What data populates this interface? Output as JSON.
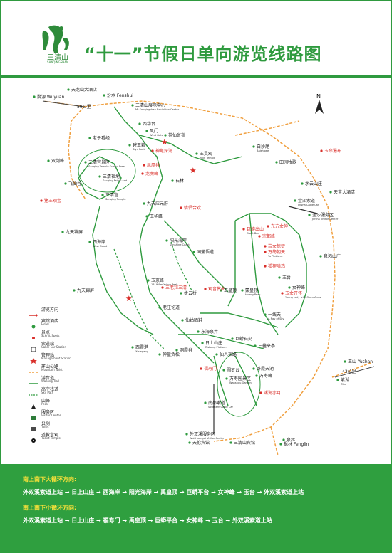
{
  "header": {
    "logo_text": "三清山",
    "logo_sub": "SANQINGSHAN",
    "title": "“十一”节假日单向游览线路图"
  },
  "map": {
    "compass": "N",
    "distances": {
      "d59": "59公里",
      "d43": "43公里"
    },
    "places": [
      {
        "id": "wuyuan",
        "cn": "婺源 Wuyuan",
        "en": ""
      },
      {
        "id": "tianlong",
        "cn": "天龙山大酒店",
        "en": ""
      },
      {
        "id": "fenshui",
        "cn": "汾水 Fenshui",
        "en": ""
      },
      {
        "id": "exhibition",
        "cn": "三清山展示中心",
        "en": "Mt.Sanqingshan Exhibition Center"
      },
      {
        "id": "xihuatai",
        "cn": "西华台",
        "en": ""
      },
      {
        "id": "fengmen",
        "cn": "风门",
        "en": "Wind Gate"
      },
      {
        "id": "shenxian",
        "cn": "神仙斑指",
        "en": ""
      },
      {
        "id": "laozikan",
        "cn": "老子看经",
        "en": ""
      },
      {
        "id": "shuangjianfeng",
        "cn": "双剑峰",
        "en": ""
      },
      {
        "id": "biyuyan",
        "cn": "碧玉岩",
        "en": "Biyu Rock"
      },
      {
        "id": "shenguixiaxia",
        "cn": "神龟探海",
        "en": ""
      },
      {
        "id": "baishawei",
        "cn": "白沙尾",
        "en": "Baishawei"
      },
      {
        "id": "yulingguan",
        "cn": "玉灵观",
        "en": "Yulin Temple"
      },
      {
        "id": "yuhuapubu",
        "cn": "玉帘瀑布",
        "en": ""
      },
      {
        "id": "tianyuanmuye",
        "cn": "田园牧歌",
        "en": ""
      },
      {
        "id": "sanqinggong_area",
        "cn": "三清宫景区",
        "en": "Sanqing Temple Scenic Area"
      },
      {
        "id": "fenghuangshan",
        "cn": "凤凰谷",
        "en": ""
      },
      {
        "id": "longhufeng",
        "cn": "龙虎峰",
        "en": ""
      },
      {
        "id": "sanqingfudi",
        "cn": "三清福地",
        "en": "Sanqing Fairy Land"
      },
      {
        "id": "feixiangu",
        "cn": "飞仙谷",
        "en": ""
      },
      {
        "id": "shilin",
        "cn": "石林",
        "en": ""
      },
      {
        "id": "sanqinggong",
        "cn": "三清宫",
        "en": "Sanqing Temple"
      },
      {
        "id": "shuiyunshan",
        "cn": "水云山庄",
        "en": ""
      },
      {
        "id": "tiantang",
        "cn": "天堂大酒店",
        "en": ""
      },
      {
        "id": "zhuwang",
        "cn": "猪王观宝",
        "en": ""
      },
      {
        "id": "jiuhua",
        "cn": "九天应元府",
        "en": ""
      },
      {
        "id": "qingyun",
        "cn": "情侣合欢",
        "en": ""
      },
      {
        "id": "jinsha",
        "cn": "全沙服务区",
        "en": "Jinsha Visitor Center"
      },
      {
        "id": "jinsha_cable",
        "cn": "金沙索道",
        "en": "Jinsha Cable Car"
      },
      {
        "id": "dongfang",
        "cn": "东方女神",
        "en": ""
      },
      {
        "id": "juliguan",
        "cn": "巨蟒出山",
        "en": "Giant Boa"
      },
      {
        "id": "nuishenfeng",
        "cn": "宗都峰",
        "en": ""
      },
      {
        "id": "jiulongshan",
        "cn": "九天锦屏",
        "en": ""
      },
      {
        "id": "yuhuafeng",
        "cn": "玉华峰",
        "en": ""
      },
      {
        "id": "xihaian",
        "cn": "西海岸",
        "en": "West Coast"
      },
      {
        "id": "yangguang",
        "cn": "阳光海岸",
        "en": "Sunshine Coast"
      },
      {
        "id": "yushuguan",
        "cn": "玉京峰",
        "en": "1819.9m Yujing Peak"
      },
      {
        "id": "wanshou",
        "cn": "万寿园景区",
        "en": "Wanshou Garden"
      },
      {
        "id": "zhuhai",
        "cn": "诸海赤月",
        "en": ""
      },
      {
        "id": "quandao",
        "cn": "泉鸿山庄",
        "en": ""
      },
      {
        "id": "yuhuang",
        "cn": "玉皇顶",
        "en": ""
      },
      {
        "id": "xiuyinfeng",
        "cn": "岩女惊梦",
        "en": ""
      },
      {
        "id": "sanqingjingguan",
        "cn": "三老拜三清",
        "en": ""
      },
      {
        "id": "guobiao",
        "cn": "国蒲悟道",
        "en": ""
      },
      {
        "id": "wanfeng",
        "cn": "万笏朝天",
        "en": "Yu Platform"
      },
      {
        "id": "huanglong",
        "cn": "狐狸啃鸡",
        "en": ""
      },
      {
        "id": "yushanzhan",
        "cn": "玉台",
        "en": ""
      },
      {
        "id": "nvshenfeng",
        "cn": "女神峰",
        "en": ""
      },
      {
        "id": "kaiyuan",
        "cn": "玉女开怀",
        "en": "Young Lady with Open Arms"
      },
      {
        "id": "yixiantian",
        "cn": "一线天",
        "en": "A Ray of Sky"
      },
      {
        "id": "buyunfeng",
        "cn": "步云桥",
        "en": ""
      },
      {
        "id": "laozhuang",
        "cn": "老庄论道",
        "en": ""
      },
      {
        "id": "xiaoshan",
        "cn": "观音赏曲",
        "en": ""
      },
      {
        "id": "qianli",
        "cn": "蒙皇顶",
        "en": "Huang Peak"
      },
      {
        "id": "xianshi",
        "cn": "仙姑晒鞋",
        "en": ""
      },
      {
        "id": "dongzhuang",
        "cn": "东海泉井",
        "en": ""
      },
      {
        "id": "xixia",
        "cn": "西霞港",
        "en": "Xixiagang"
      },
      {
        "id": "rishangshan",
        "cn": "日上山庄",
        "en": "Rishang Platform"
      },
      {
        "id": "juluotai",
        "cn": "巨蟒石刻",
        "en": ""
      },
      {
        "id": "sansaokou",
        "cn": "三叠来亭",
        "en": ""
      },
      {
        "id": "shenlunfeng",
        "cn": "神童负松",
        "en": ""
      },
      {
        "id": "dongyuan",
        "cn": "洞霞谷",
        "en": ""
      },
      {
        "id": "xianren",
        "cn": "仙人指路",
        "en": ""
      },
      {
        "id": "yuanyuan",
        "cn": "圆梦台",
        "en": ""
      },
      {
        "id": "jingling",
        "cn": "福寿门",
        "en": ""
      },
      {
        "id": "nanbu",
        "cn": "南部索道",
        "en": "Southern Cable Car"
      },
      {
        "id": "nanbuhui",
        "cn": "卧霞天池",
        "en": ""
      },
      {
        "id": "waishuang",
        "cn": "外双溪服务区",
        "en": "Waishuangxi Visitor Center"
      },
      {
        "id": "tianlun",
        "cn": "天伦宾馆",
        "en": ""
      },
      {
        "id": "sanqingshan_hotel",
        "cn": "三清山宾馆",
        "en": ""
      },
      {
        "id": "zixi",
        "cn": "紫湖",
        "en": "Zihu"
      },
      {
        "id": "yushan",
        "cn": "玉山 Yushan",
        "en": ""
      },
      {
        "id": "fengxi",
        "cn": "枫林 Fenglin",
        "en": ""
      },
      {
        "id": "qixi",
        "cn": "泉林",
        "en": ""
      },
      {
        "id": "xiaoshimen",
        "cn": "万寿峰",
        "en": ""
      },
      {
        "id": "jiulong",
        "cn": "九天锦屏",
        "en": ""
      }
    ]
  },
  "legend": [
    {
      "cn": "游览方向",
      "en": "",
      "icon": "direction"
    },
    {
      "cn": "宾馆酒店",
      "en": "Hotel",
      "icon": "hotel"
    },
    {
      "cn": "景点",
      "en": "Scenic Spots",
      "icon": "spot"
    },
    {
      "cn": "索道站",
      "en": "Cable Car Station",
      "icon": "cable"
    },
    {
      "cn": "管理站",
      "en": "Management Station",
      "icon": "mgmt"
    },
    {
      "cn": "环山公路",
      "en": "Mountain Twist",
      "icon": "road"
    },
    {
      "cn": "游步道",
      "en": "Walking Trail",
      "icon": "trail"
    },
    {
      "cn": "高空栈道",
      "en": "Sky Path",
      "icon": "sky"
    },
    {
      "cn": "山峰",
      "en": "Peak",
      "icon": "peak"
    },
    {
      "cn": "服务区",
      "en": "Visitor Center",
      "icon": "visitor"
    },
    {
      "cn": "公厕",
      "en": "Toilet",
      "icon": "toilet"
    },
    {
      "cn": "道教宫观",
      "en": "Taoist Temple",
      "icon": "taoist"
    }
  ],
  "footer": {
    "big_head": "南上南下大循环方向:",
    "big_route": "外双溪索道上站 → 日上山庄 → 西海岸 → 阳光海岸 → 禹皇顶 → 巨蟒平台 → 女神峰 → 玉台 → 外双溪索道上站",
    "small_head": "南上南下小循环方向:",
    "small_route": "外双溪索道上站 → 日上山庄 → 福寿门 → 禹皇顶 → 巨蟒平台 → 女神峰 → 玉台 → 外双溪索道上站"
  },
  "colors": {
    "green": "#2f9a3f",
    "road": "#f0a040",
    "trail": "#2e9a3e",
    "red": "#d9302b",
    "yellow_text": "#ffe33a",
    "title_green": "#2e9a3e"
  }
}
